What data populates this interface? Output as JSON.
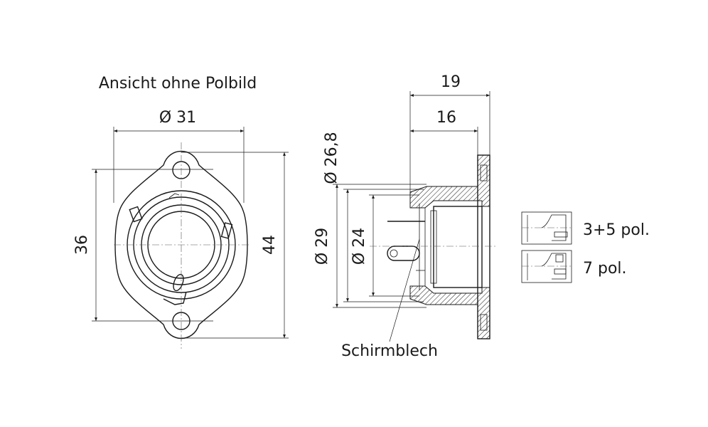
{
  "labels": {
    "view_title": "Ansicht ohne Polbild",
    "shield_label": "Schirmblech",
    "pol_35": "3+5 pol.",
    "pol_7": "7 pol."
  },
  "dimensions": {
    "width_31": "Ø 31",
    "height_36": "36",
    "height_44": "44",
    "depth_19": "19",
    "depth_16": "16",
    "dia_26_8": "Ø 26,8",
    "dia_29": "Ø 29",
    "dia_24": "Ø 24"
  }
}
